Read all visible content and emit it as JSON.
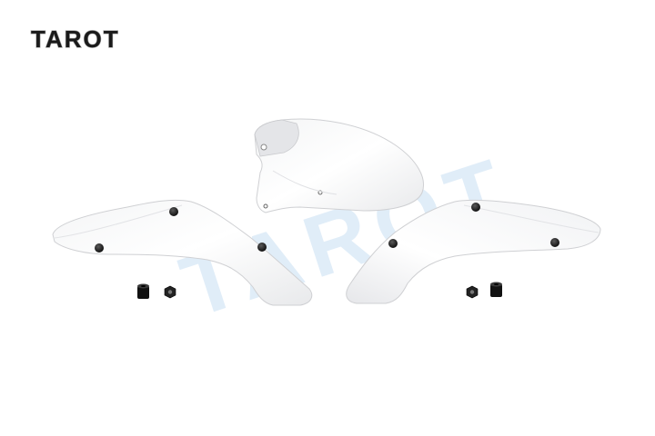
{
  "brand": {
    "logo_text": "TAROT",
    "logo_color": "#1a1a1a",
    "logo_outline": "#9a9a9a",
    "watermark_text": "TAROT",
    "watermark_color": "#dbeaf7"
  },
  "product": {
    "parts": [
      "center-canopy-panel",
      "left-side-panel",
      "right-side-panel",
      "mounting-standoffs",
      "hex-nuts"
    ],
    "panel_color": "#ffffff",
    "panel_shade": "#e9eaec",
    "panel_outline": "#c8c9cc",
    "hardware_color": "#111111"
  }
}
